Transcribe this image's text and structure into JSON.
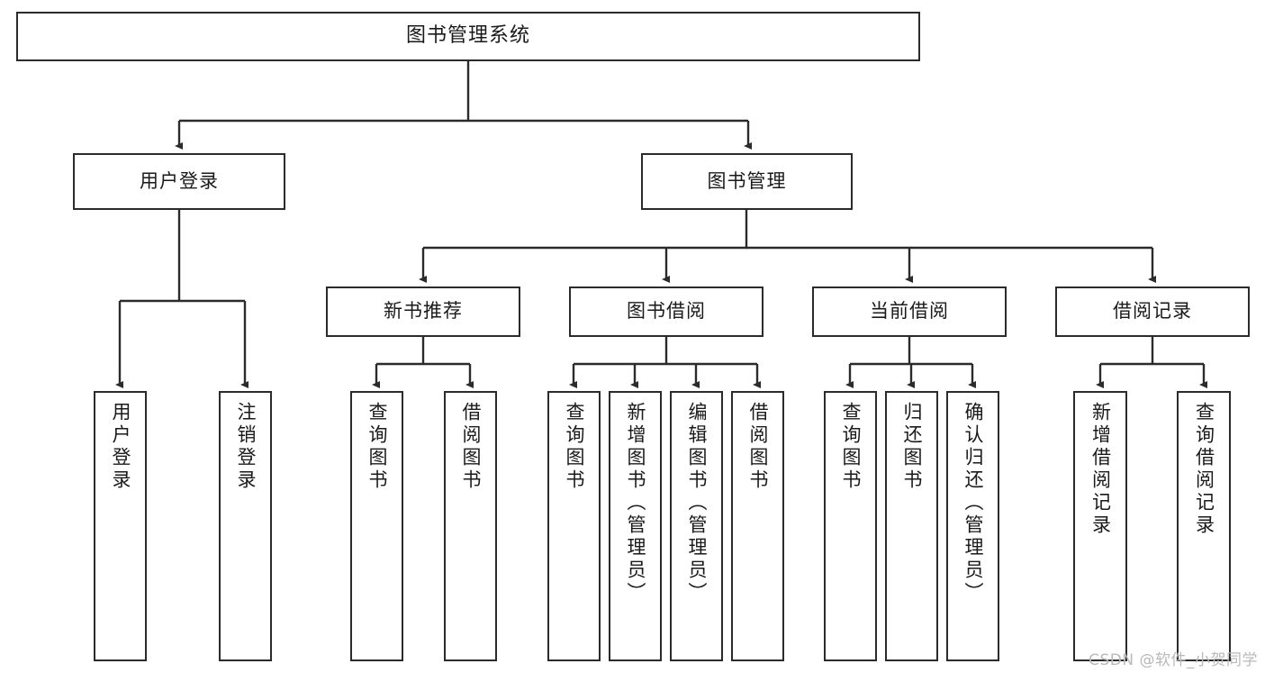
{
  "diagram": {
    "title": "图书管理系统",
    "type": "tree-hierarchy",
    "watermark": "CSDN @软件_小贺同学",
    "colors": {
      "stroke": "#2b2b2b",
      "fill": "#ffffff",
      "text": "#1a1a1a",
      "watermark": "#b9b9b9"
    },
    "nodes": {
      "root": {
        "label": "图书管理系统"
      },
      "level2": [
        {
          "id": "user-login",
          "label": "用户登录"
        },
        {
          "id": "book-manage",
          "label": "图书管理"
        }
      ],
      "level3": [
        {
          "id": "new-book-rec",
          "label": "新书推荐"
        },
        {
          "id": "book-borrow",
          "label": "图书借阅"
        },
        {
          "id": "current-borrow",
          "label": "当前借阅"
        },
        {
          "id": "borrow-record",
          "label": "借阅记录"
        }
      ],
      "leaves": {
        "user_login": [
          {
            "id": "leaf-user-login",
            "label": "用户登录"
          },
          {
            "id": "leaf-user-logout",
            "label": "注销登录"
          }
        ],
        "new_book_rec": [
          {
            "id": "leaf-query-book-1",
            "label": "查询图书"
          },
          {
            "id": "leaf-borrow-book-1",
            "label": "借阅图书"
          }
        ],
        "book_borrow": [
          {
            "id": "leaf-query-book-2",
            "label": "查询图书"
          },
          {
            "id": "leaf-add-book",
            "label": "新增图书（管理员）"
          },
          {
            "id": "leaf-edit-book",
            "label": "编辑图书（管理员）"
          },
          {
            "id": "leaf-borrow-book-2",
            "label": "借阅图书"
          }
        ],
        "current_borrow": [
          {
            "id": "leaf-query-book-3",
            "label": "查询图书"
          },
          {
            "id": "leaf-return-book",
            "label": "归还图书"
          },
          {
            "id": "leaf-confirm-return",
            "label": "确认归还（管理员）"
          }
        ],
        "borrow_record": [
          {
            "id": "leaf-add-record",
            "label": "新增借阅记录"
          },
          {
            "id": "leaf-query-record",
            "label": "查询借阅记录"
          }
        ]
      }
    }
  }
}
